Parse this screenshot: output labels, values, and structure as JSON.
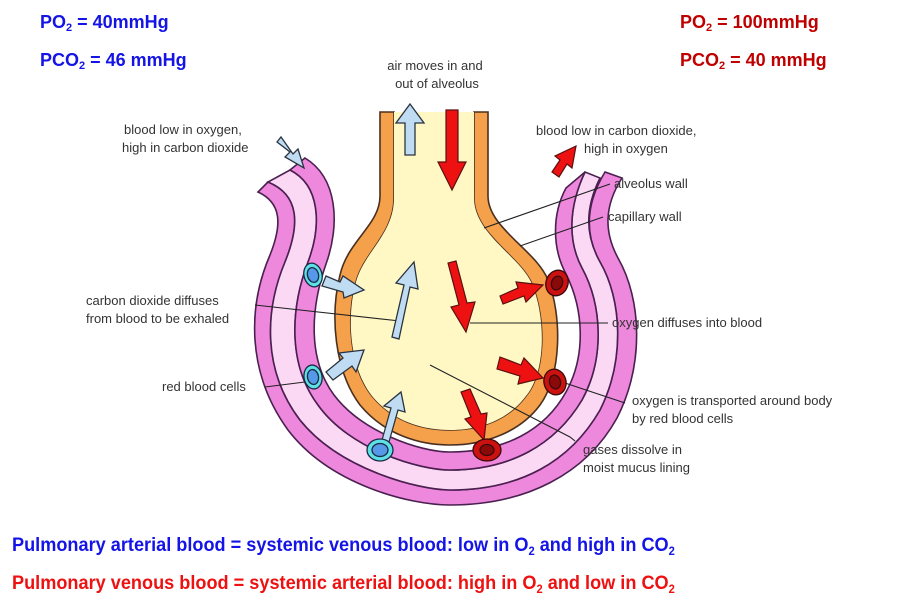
{
  "deoxygenated_side": {
    "po2": {
      "prefix": "PO",
      "sub": "2",
      "value": " = 40mmHg"
    },
    "pco2": {
      "prefix": "PCO",
      "sub": "2",
      "value": " = 46 mmHg"
    }
  },
  "oxygenated_side": {
    "po2": {
      "prefix": "PO",
      "sub": "2",
      "value": " = 100mmHg"
    },
    "pco2": {
      "prefix": "PCO",
      "sub": "2",
      "value": " = 40 mmHg"
    }
  },
  "labels": {
    "air_moves": [
      "air moves in and",
      "out of alveolus"
    ],
    "blood_in": [
      "blood low in oxygen,",
      "high in carbon dioxide"
    ],
    "blood_out": [
      "blood low in carbon dioxide,",
      "high in oxygen"
    ],
    "alveolus_wall": "alveolus wall",
    "capillary_wall": "capillary wall",
    "co2_diffuses": [
      "carbon dioxide diffuses",
      "from blood to be exhaled"
    ],
    "o2_diffuses": "oxygen diffuses into blood",
    "red_blood_cells": "red blood cells",
    "o2_transported": [
      "oxygen is transported around body",
      "by red blood cells"
    ],
    "gases_dissolve": [
      "gases dissolve in",
      "moist mucus lining"
    ]
  },
  "summary": [
    {
      "a": "Pulmonary arterial blood = systemic venous blood: low in O",
      "s1": "2",
      "b": " and high in CO",
      "s2": "2"
    },
    {
      "a": "Pulmonary venous blood = systemic arterial blood: high in O",
      "s1": "2",
      "b": " and low in CO",
      "s2": "2"
    }
  ],
  "colors": {
    "deoxygenated_text": "#1414e6",
    "oxygenated_text": "#c00000",
    "summary_oxygenated": "#ee1111",
    "alveolus_fill": "#fff8c4",
    "alveolus_wall": "#f5a04a",
    "capillary_wall": "#ee88dd",
    "capillary_lumen": "#fbd9f5",
    "co2_arrow": "#bfdcf2",
    "o2_arrow": "#ee1111",
    "deoxy_cell": "#5599e8",
    "oxy_cell": "#cc1111"
  }
}
